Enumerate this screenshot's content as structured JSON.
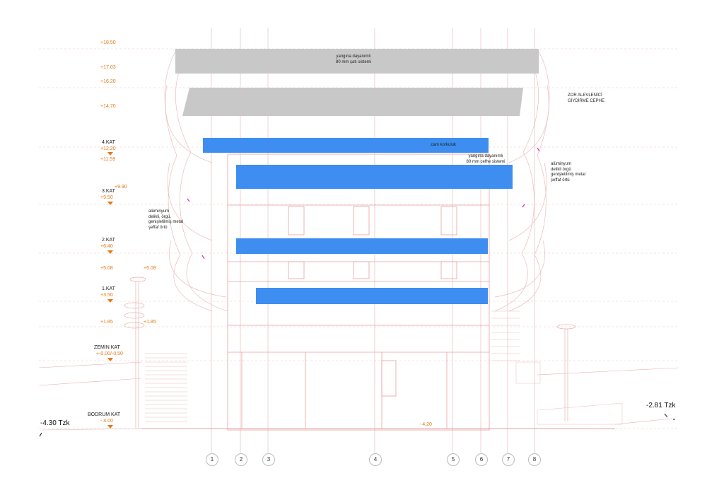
{
  "levels": {
    "l1850": "+18.50",
    "l1703": "+17.03",
    "l1620": "+16.20",
    "l1470": "+14.70",
    "kat4_name": "4.KAT",
    "kat4_level": "+12.20",
    "l1159": "+11.59",
    "l990": "+9.90",
    "kat3_name": "3.KAT",
    "kat3_level": "+9.50",
    "kat2_name": "2.KAT",
    "kat2_level": "+6.40",
    "l508a": "+5.08",
    "l508b": "+5.08",
    "kat1_name": "1.KAT",
    "kat1_level": "+3.50",
    "l185a": "+1.85",
    "l185b": "+1.85",
    "zemin_name": "ZEMİN KAT",
    "zemin_level": "+-0.00/-0.50",
    "bodrum_name": "BODRUM KAT",
    "bodrum_level": "- 4.00",
    "base_level": "- 4.20"
  },
  "terrain": {
    "left": "-4.30 Tzk",
    "right": "-2.81 Tzk"
  },
  "notes": {
    "roof": [
      "yangına dayanımlı",
      "80 mm çatı sistemi"
    ],
    "glass_rail": ".cam korkuluk",
    "facade_system": [
      "yangına dayanımlı",
      "80 mm cefhe sistemi"
    ],
    "cladding": [
      "ZOR ALEVLENİCİ",
      "GİYDİRME CEPHE"
    ],
    "mesh_right": [
      "alüminyum",
      "delikli örgü",
      "genişletilmiş metal",
      "şeffaf örtü"
    ],
    "mesh_left": [
      "alüminyum",
      "delikli, örgü,",
      "genişletilmiş metal",
      "şeffaf örtü"
    ]
  },
  "axes": [
    "1",
    "2",
    "3",
    "4",
    "5",
    "6",
    "7",
    "8"
  ],
  "colors": {
    "roof_fill": "#c8c8c8",
    "glass_blue": "#3d8ef0",
    "level_orange": "#e07a1a",
    "redline": "#e8a0a0",
    "marker_magenta": "#e020c0"
  }
}
